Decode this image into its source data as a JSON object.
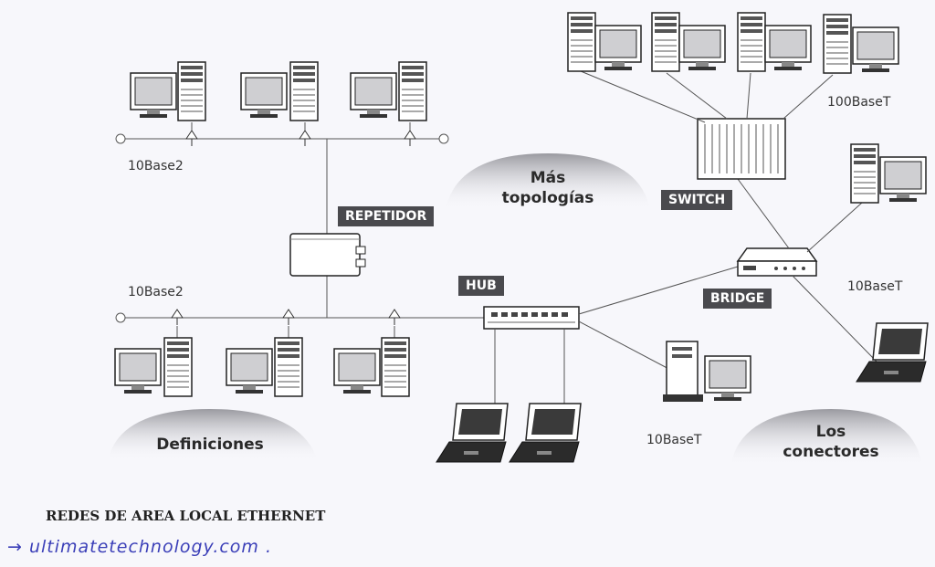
{
  "labels": {
    "tenbase2_top": "10Base2",
    "tenbase2_bottom": "10Base2",
    "hundredbaset": "100BaseT",
    "tenbaset_right": "10BaseT",
    "tenbaset_bottom": "10BaseT"
  },
  "tags": {
    "repetidor": "REPETIDOR",
    "hub": "HUB",
    "switch": "SWITCH",
    "bridge": "BRIDGE"
  },
  "topics": {
    "mas_line1": "Más",
    "mas_line2": "topologías",
    "definiciones": "Definiciones",
    "los_line1": "Los",
    "los_line2": "conectores"
  },
  "caption": "REDES DE AREA LOCAL ETHERNET",
  "handwriting": "→ ultimatetechnology.com .",
  "colors": {
    "tag_bg": "#4a4a4e",
    "ink": "#3b3fb8"
  }
}
